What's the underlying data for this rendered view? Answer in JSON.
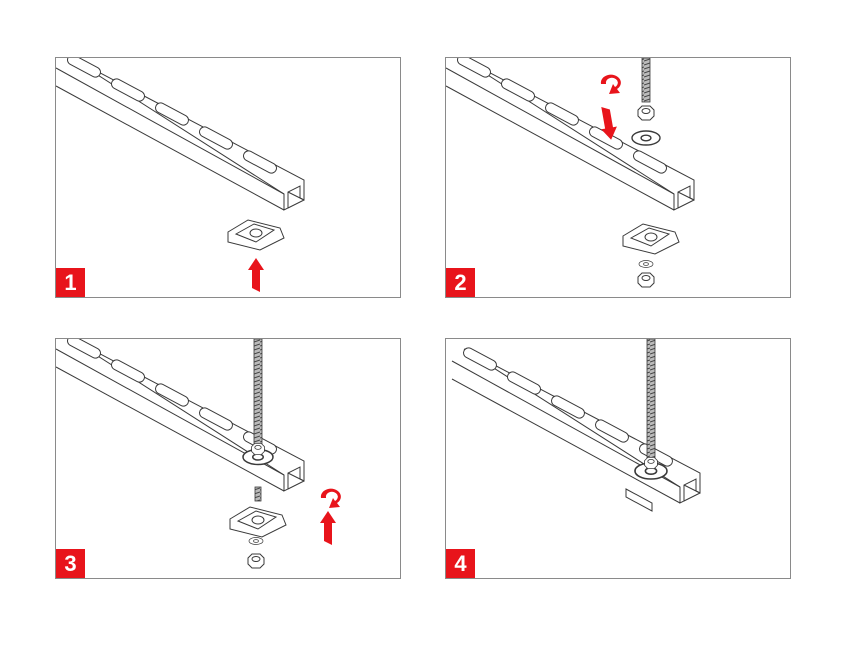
{
  "steps": [
    {
      "number": "1"
    },
    {
      "number": "2"
    },
    {
      "number": "3"
    },
    {
      "number": "4"
    }
  ],
  "colors": {
    "accent": "#e8141b",
    "line": "#3a3a3a",
    "frame": "#8a8a8a"
  }
}
